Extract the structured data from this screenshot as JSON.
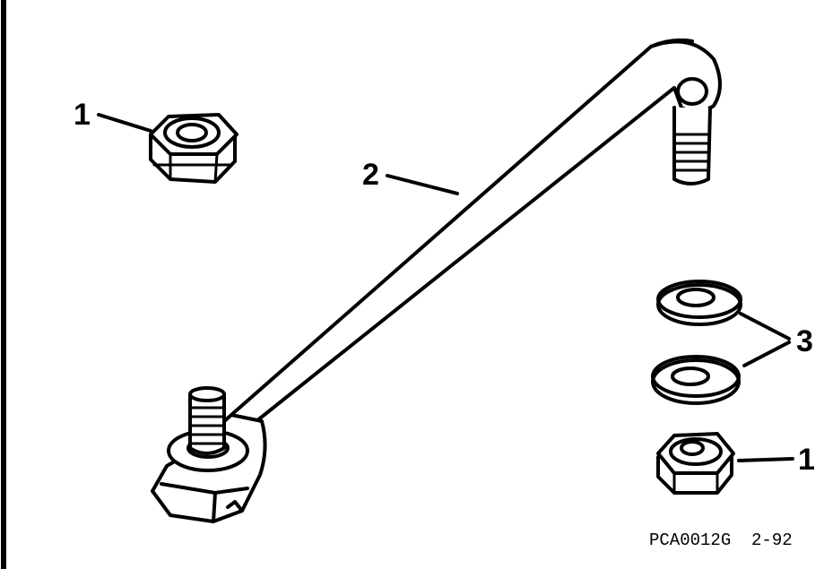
{
  "callouts": {
    "nut_top_left": "1",
    "link_rod": "2",
    "washers": "3",
    "nut_bottom_right": "1"
  },
  "figure_code": "PCA0012G  2-92",
  "colors": {
    "ink": "#000000",
    "paper": "#ffffff"
  }
}
